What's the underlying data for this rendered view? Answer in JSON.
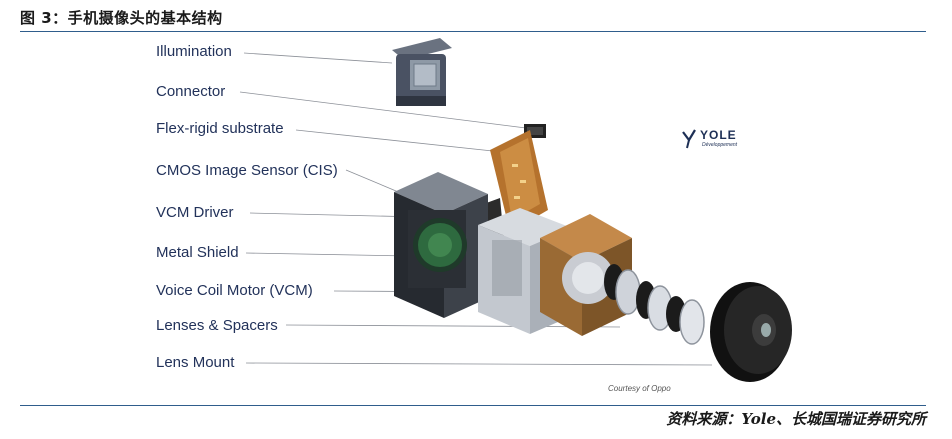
{
  "figure": {
    "title": "图 3：手机摄像头的基本结构",
    "source": "资料来源：Yole、长城国瑞证券研究所"
  },
  "diagram": {
    "labels": {
      "illumination": "Illumination",
      "connector": "Connector",
      "flex_rigid_substrate": "Flex-rigid substrate",
      "cmos_image_sensor": "CMOS Image Sensor (CIS)",
      "vcm_driver": "VCM Driver",
      "metal_shield": "Metal Shield",
      "voice_coil_motor": "Voice Coil Motor (VCM)",
      "lenses_spacers": "Lenses & Spacers",
      "lens_mount": "Lens Mount"
    },
    "logo": {
      "name": "YOLE",
      "tagline": "Développement"
    },
    "courtesy": "Courtesy of Oppo"
  }
}
